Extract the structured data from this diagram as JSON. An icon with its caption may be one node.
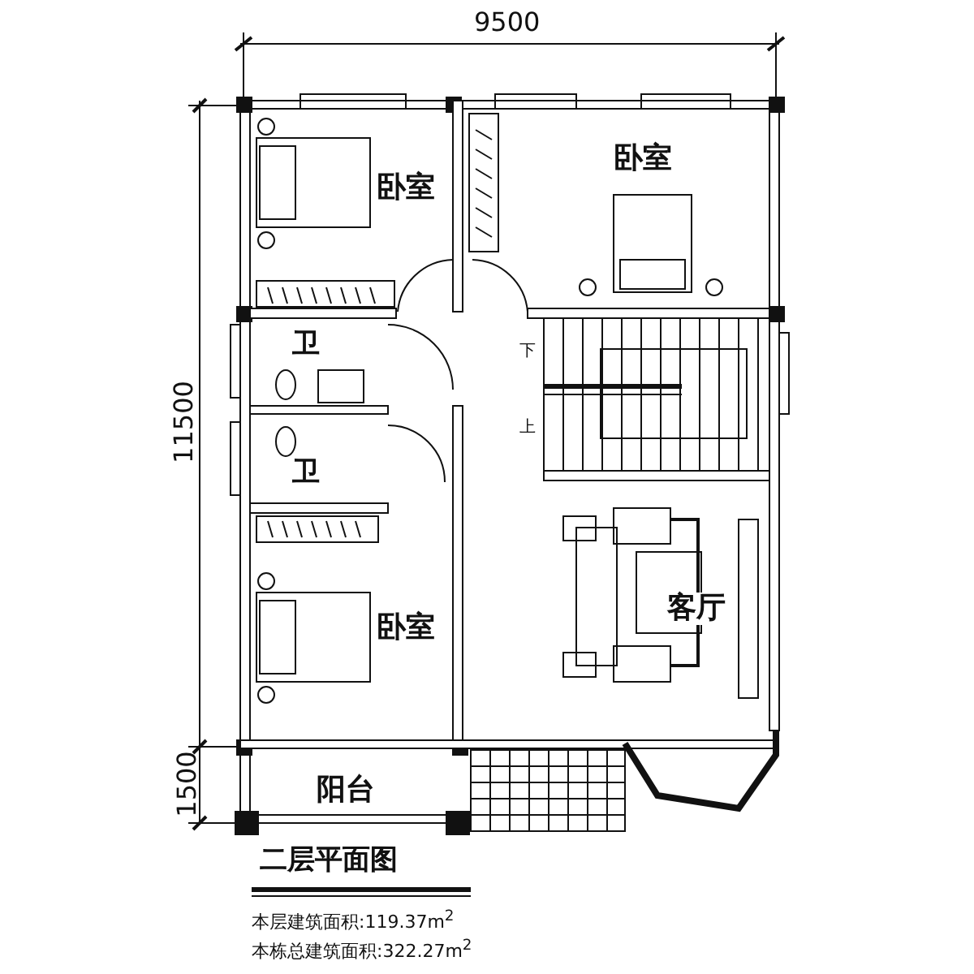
{
  "diagram": {
    "title": "二层平面图",
    "labels": [
      "9500",
      "11500",
      "卧室",
      "卧室",
      "卫",
      "下",
      "上",
      "卫",
      "卧室",
      "客厅",
      "1500",
      "阳台",
      "本层建筑面积:119.37m$^{2}$",
      "本栋总建筑面积:322.27m$^{2}$"
    ]
  }
}
